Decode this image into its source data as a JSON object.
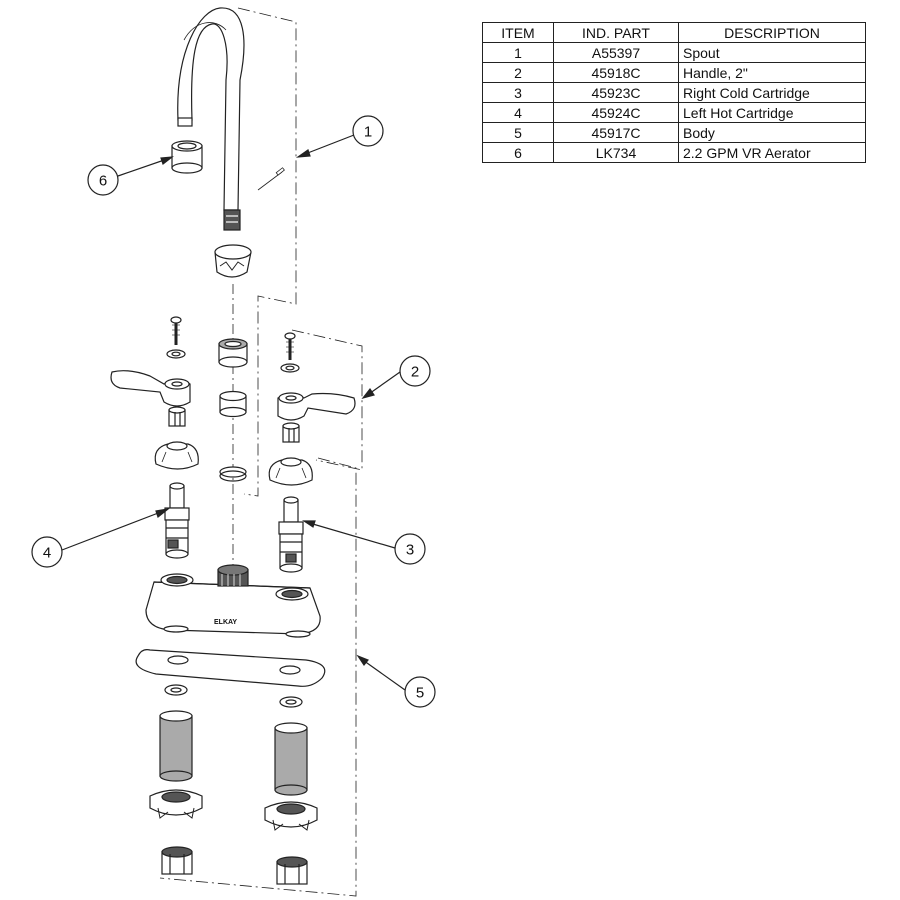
{
  "table": {
    "headers": [
      "ITEM",
      "IND. PART",
      "DESCRIPTION"
    ],
    "rows": [
      {
        "item": "1",
        "part": "A55397",
        "description": "Spout"
      },
      {
        "item": "2",
        "part": "45918C",
        "description": "Handle, 2\""
      },
      {
        "item": "3",
        "part": "45923C",
        "description": "Right Cold Cartridge"
      },
      {
        "item": "4",
        "part": "45924C",
        "description": "Left Hot Cartridge"
      },
      {
        "item": "5",
        "part": "45917C",
        "description": "Body"
      },
      {
        "item": "6",
        "part": "LK734",
        "description": "2.2 GPM VR Aerator"
      }
    ]
  },
  "callouts": [
    "1",
    "2",
    "3",
    "4",
    "5",
    "6"
  ],
  "body_brand": "ELKAY",
  "colors": {
    "line": "#222222",
    "fill": "#ffffff",
    "shade": "#d9d9d9",
    "dark": "#555555"
  }
}
